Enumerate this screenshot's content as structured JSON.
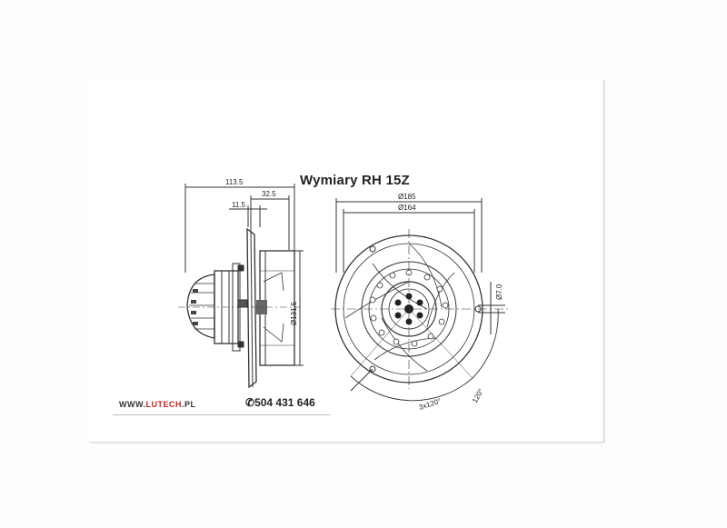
{
  "title": "Wymiary RH 15Z",
  "side_view": {
    "overall_length": "113.5",
    "flange_offset": "32.5",
    "flange_thickness": "11.5",
    "rotor_diameter": "Ø131.5"
  },
  "front_view": {
    "outer_diameter": "Ø185",
    "hole_circle_diameter": "Ø164",
    "hole_diameter": "Ø7.0",
    "hole_pattern": "3x120°",
    "hole_angle": "120°"
  },
  "footer": {
    "web_prefix": "WWW.",
    "web_brand": "LUTECH",
    "web_suffix": ".PL",
    "phone": "504 431 646"
  }
}
